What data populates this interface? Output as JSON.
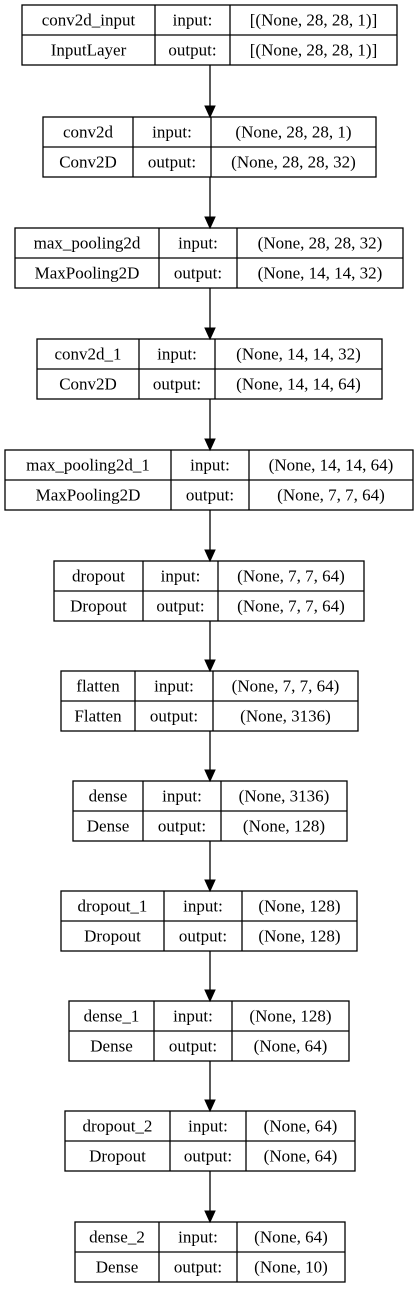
{
  "diagram": {
    "title": "",
    "layers": [
      {
        "name": "conv2d_input",
        "type": "InputLayer",
        "input_label": "input:",
        "output_label": "output:",
        "input": "[(None, 28, 28, 1)]",
        "output": "[(None, 28, 28, 1)]"
      },
      {
        "name": "conv2d",
        "type": "Conv2D",
        "input_label": "input:",
        "output_label": "output:",
        "input": "(None, 28, 28, 1)",
        "output": "(None, 28, 28, 32)"
      },
      {
        "name": "max_pooling2d",
        "type": "MaxPooling2D",
        "input_label": "input:",
        "output_label": "output:",
        "input": "(None, 28, 28, 32)",
        "output": "(None, 14, 14, 32)"
      },
      {
        "name": "conv2d_1",
        "type": "Conv2D",
        "input_label": "input:",
        "output_label": "output:",
        "input": "(None, 14, 14, 32)",
        "output": "(None, 14, 14, 64)"
      },
      {
        "name": "max_pooling2d_1",
        "type": "MaxPooling2D",
        "input_label": "input:",
        "output_label": "output:",
        "input": "(None, 14, 14, 64)",
        "output": "(None, 7, 7, 64)"
      },
      {
        "name": "dropout",
        "type": "Dropout",
        "input_label": "input:",
        "output_label": "output:",
        "input": "(None, 7, 7, 64)",
        "output": "(None, 7, 7, 64)"
      },
      {
        "name": "flatten",
        "type": "Flatten",
        "input_label": "input:",
        "output_label": "output:",
        "input": "(None, 7, 7, 64)",
        "output": "(None, 3136)"
      },
      {
        "name": "dense",
        "type": "Dense",
        "input_label": "input:",
        "output_label": "output:",
        "input": "(None, 3136)",
        "output": "(None, 128)"
      },
      {
        "name": "dropout_1",
        "type": "Dropout",
        "input_label": "input:",
        "output_label": "output:",
        "input": "(None, 128)",
        "output": "(None, 128)"
      },
      {
        "name": "dense_1",
        "type": "Dense",
        "input_label": "input:",
        "output_label": "output:",
        "input": "(None, 128)",
        "output": "(None, 64)"
      },
      {
        "name": "dropout_2",
        "type": "Dropout",
        "input_label": "input:",
        "output_label": "output:",
        "input": "(None, 64)",
        "output": "(None, 64)"
      },
      {
        "name": "dense_2",
        "type": "Dense",
        "input_label": "input:",
        "output_label": "output:",
        "input": "(None, 64)",
        "output": "(None, 10)"
      }
    ],
    "colors": {
      "stroke": "#000000",
      "background": "#ffffff",
      "text": "#000000"
    }
  }
}
